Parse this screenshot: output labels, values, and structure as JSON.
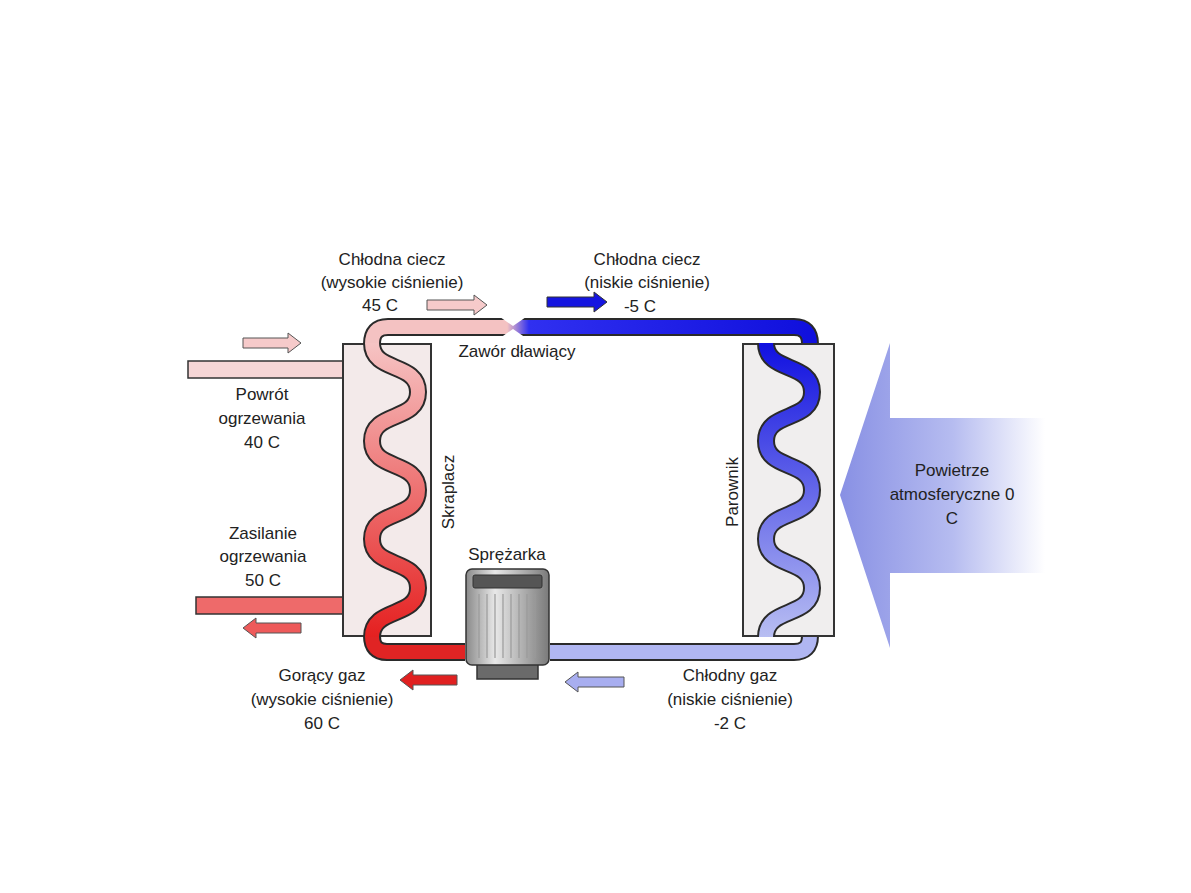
{
  "diagram": {
    "nodes": [
      {
        "text": [
          "Skraplacz"
        ]
      },
      {
        "text": [
          "Sprężarka"
        ]
      },
      {
        "text": [
          "Parownik"
        ]
      },
      {
        "text": [
          "Powietrze atmosferyczne 0 C"
        ]
      }
    ],
    "edges": [
      {
        "from": 1,
        "to": 0,
        "arrow": "none"
      },
      {
        "from": 0,
        "to": 2,
        "arrow": "none"
      },
      {
        "from": 2,
        "to": 1,
        "arrow": "none"
      }
    ],
    "labels": [
      "Chłodna ciecz",
      "(wysokie ciśnienie)",
      "45 C",
      "Chłodna ciecz",
      "(niskie ciśnienie)",
      "-5 C",
      "Zawór dławiący",
      "Powrót",
      "ogrzewania",
      "40 C",
      "Zasilanie",
      "ogrzewania",
      "50 C",
      "Gorący gaz",
      "(wysokie ciśnienie)",
      "60 C",
      "Chłodny gaz",
      "(niskie ciśnienie)",
      "-2 C"
    ]
  }
}
